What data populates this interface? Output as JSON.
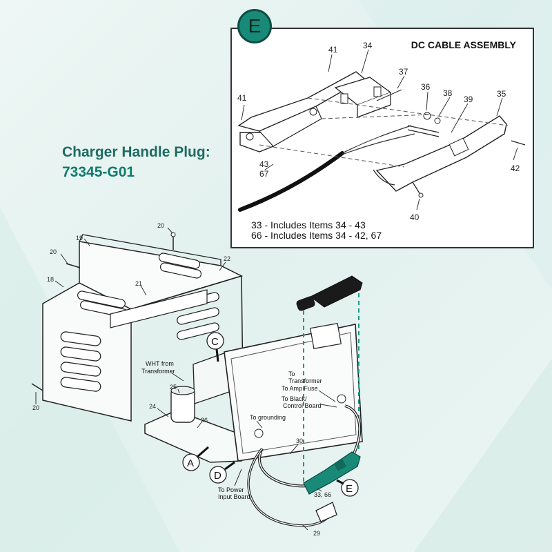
{
  "headline": {
    "line1": "Charger Handle Plug:",
    "line2": "73345-G01"
  },
  "colors": {
    "accent": "#0f7a6c",
    "teal_part": "#1a8a78",
    "dashed_guide": "#1a9a86"
  },
  "inset": {
    "badge": "E",
    "title": "DC CABLE ASSEMBLY",
    "notes": [
      "33 - Includes Items 34 - 43",
      "66 - Includes Items 34 - 42, 67"
    ],
    "callouts": {
      "c41a": "41",
      "c34": "34",
      "c37": "37",
      "c41b": "41",
      "c36": "36",
      "c38": "38",
      "c39": "39",
      "c35": "35",
      "c43": "43",
      "c67": "67",
      "c42": "42",
      "c40": "40"
    }
  },
  "main": {
    "callouts": {
      "c20a": "20",
      "c19": "19",
      "c20b": "20",
      "c22": "22",
      "c18": "18",
      "c21": "21",
      "c25": "25",
      "c24": "24",
      "c26": "26",
      "c20c": "20",
      "c30": "30",
      "c3366": "33, 66",
      "c29": "29"
    },
    "circled": {
      "A": "A",
      "C": "C",
      "D": "D",
      "E": "E"
    },
    "labels": {
      "wht1": "WHT from",
      "wht2": "Transformer",
      "to_transformer1": "To",
      "to_transformer2": "Transformer",
      "to_amp_fuse": "To Amp Fuse",
      "to_black1": "To Black/",
      "to_black2": "Control Board",
      "to_grounding": "To grounding",
      "to_power1": "To Power",
      "to_power2": "Input Board"
    }
  }
}
